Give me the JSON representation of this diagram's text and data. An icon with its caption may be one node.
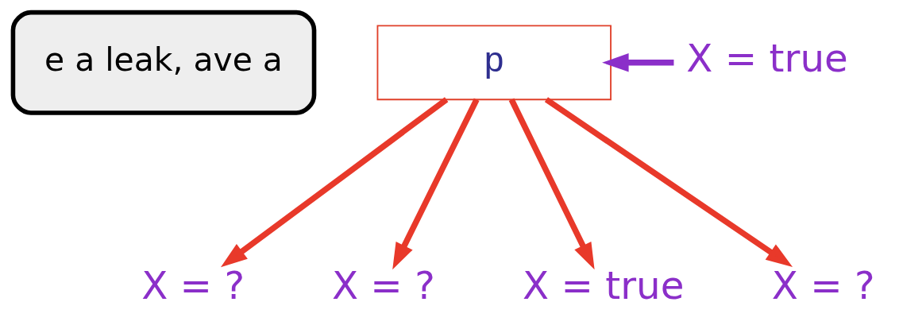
{
  "diagram": {
    "nodes": [
      {
        "text": [
          "e a leak, ave a"
        ]
      },
      {
        "text": [
          "p"
        ]
      },
      {
        "text": [
          "X = true"
        ]
      },
      {
        "text": [
          "X = ?"
        ]
      },
      {
        "text": [
          "X = ?"
        ]
      },
      {
        "text": [
          "X = true"
        ]
      },
      {
        "text": [
          "X = ?"
        ]
      }
    ],
    "edges": [
      {
        "from": 1,
        "to": 3,
        "arrow": "to"
      },
      {
        "from": 1,
        "to": 4,
        "arrow": "to"
      },
      {
        "from": 1,
        "to": 5,
        "arrow": "to"
      },
      {
        "from": 1,
        "to": 6,
        "arrow": "to"
      },
      {
        "from": 2,
        "to": 1,
        "arrow": "to",
        "color": "#8b2fc9"
      }
    ]
  }
}
